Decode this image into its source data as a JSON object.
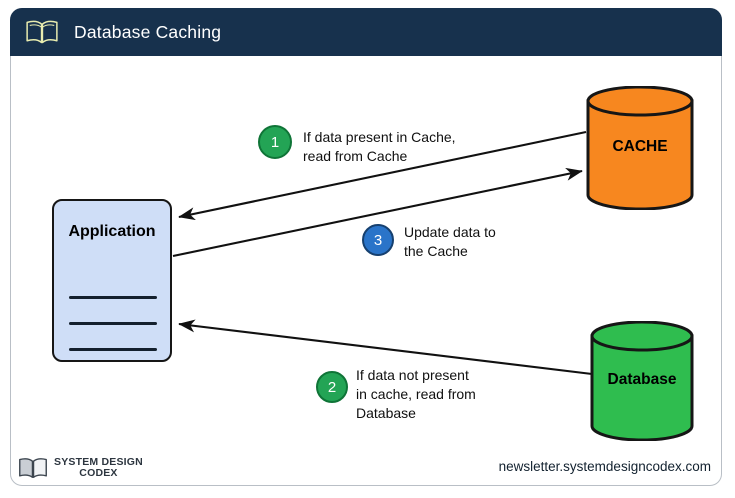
{
  "header": {
    "title": "Database Caching",
    "icon": "open-book-icon",
    "background_color": "#17314d",
    "title_color": "#ffffff",
    "icon_color": "#e9edb0"
  },
  "diagram": {
    "application": {
      "label": "Application",
      "fill_color": "#cfdef7",
      "stroke_color": "#161616",
      "line_count": 3
    },
    "cache": {
      "label": "CACHE",
      "fill_color": "#f7871f",
      "stroke_color": "#161616",
      "shape": "cylinder"
    },
    "database": {
      "label": "Database",
      "fill_color": "#2fbd4f",
      "stroke_color": "#161616",
      "shape": "cylinder"
    },
    "steps": [
      {
        "number": "1",
        "badge_color": "#23a455",
        "text": "If data present in Cache,\nread from Cache",
        "from": "cache",
        "to": "application"
      },
      {
        "number": "2",
        "badge_color": "#23a455",
        "text": "If data not present\nin cache, read from\nDatabase",
        "from": "database",
        "to": "application"
      },
      {
        "number": "3",
        "badge_color": "#2a74c9",
        "text": "Update data to\nthe Cache",
        "from": "application",
        "to": "cache"
      }
    ]
  },
  "footer": {
    "logo_icon": "open-book-icon",
    "logo_text": "SYSTEM DESIGN\nCODEX",
    "url": "newsletter.systemdesigncodex.com"
  }
}
